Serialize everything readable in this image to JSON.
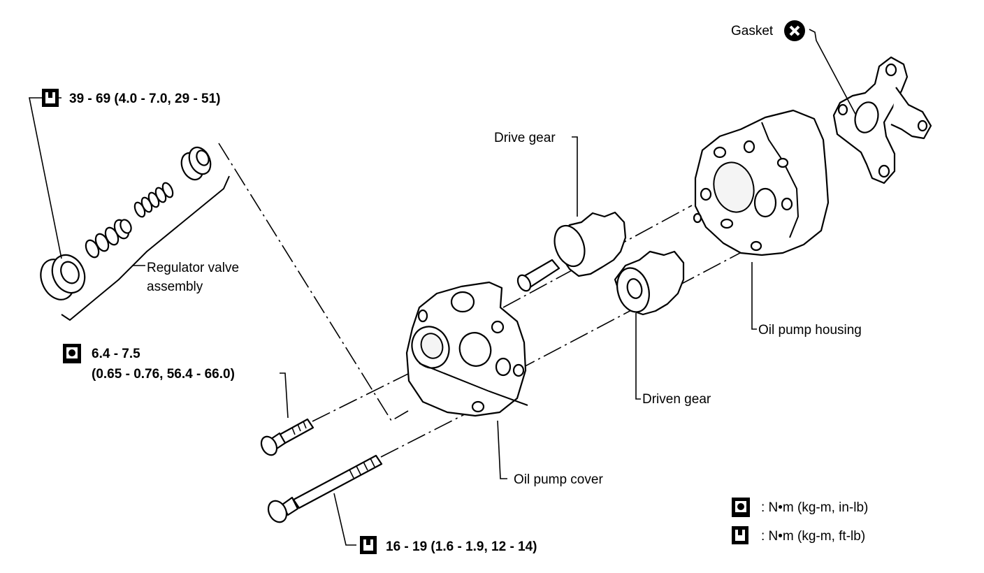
{
  "labels": {
    "gasket": "Gasket",
    "drive_gear": "Drive gear",
    "regulator_line1": "Regulator valve",
    "regulator_line2": "assembly",
    "oil_pump_housing": "Oil pump housing",
    "driven_gear": "Driven gear",
    "oil_pump_cover": "Oil pump cover"
  },
  "torque_specs": {
    "regulator_plug": "39 - 69 (4.0 - 7.0, 29 - 51)",
    "cover_bolt_line1": "6.4 - 7.5",
    "cover_bolt_line2": "(0.65 - 0.76, 56.4 - 66.0)",
    "long_bolt": "16 - 19 (1.6 - 1.9, 12 - 14)"
  },
  "legend": {
    "in_lb": ": N•m (kg-m, in-lb)",
    "ft_lb": ": N•m (kg-m, ft-lb)"
  },
  "icons": {
    "gasket_mark": "replace-part-icon",
    "torque_in_lb": "torque-wrench-in-lb-icon",
    "torque_ft_lb": "torque-wrench-ft-lb-icon"
  }
}
